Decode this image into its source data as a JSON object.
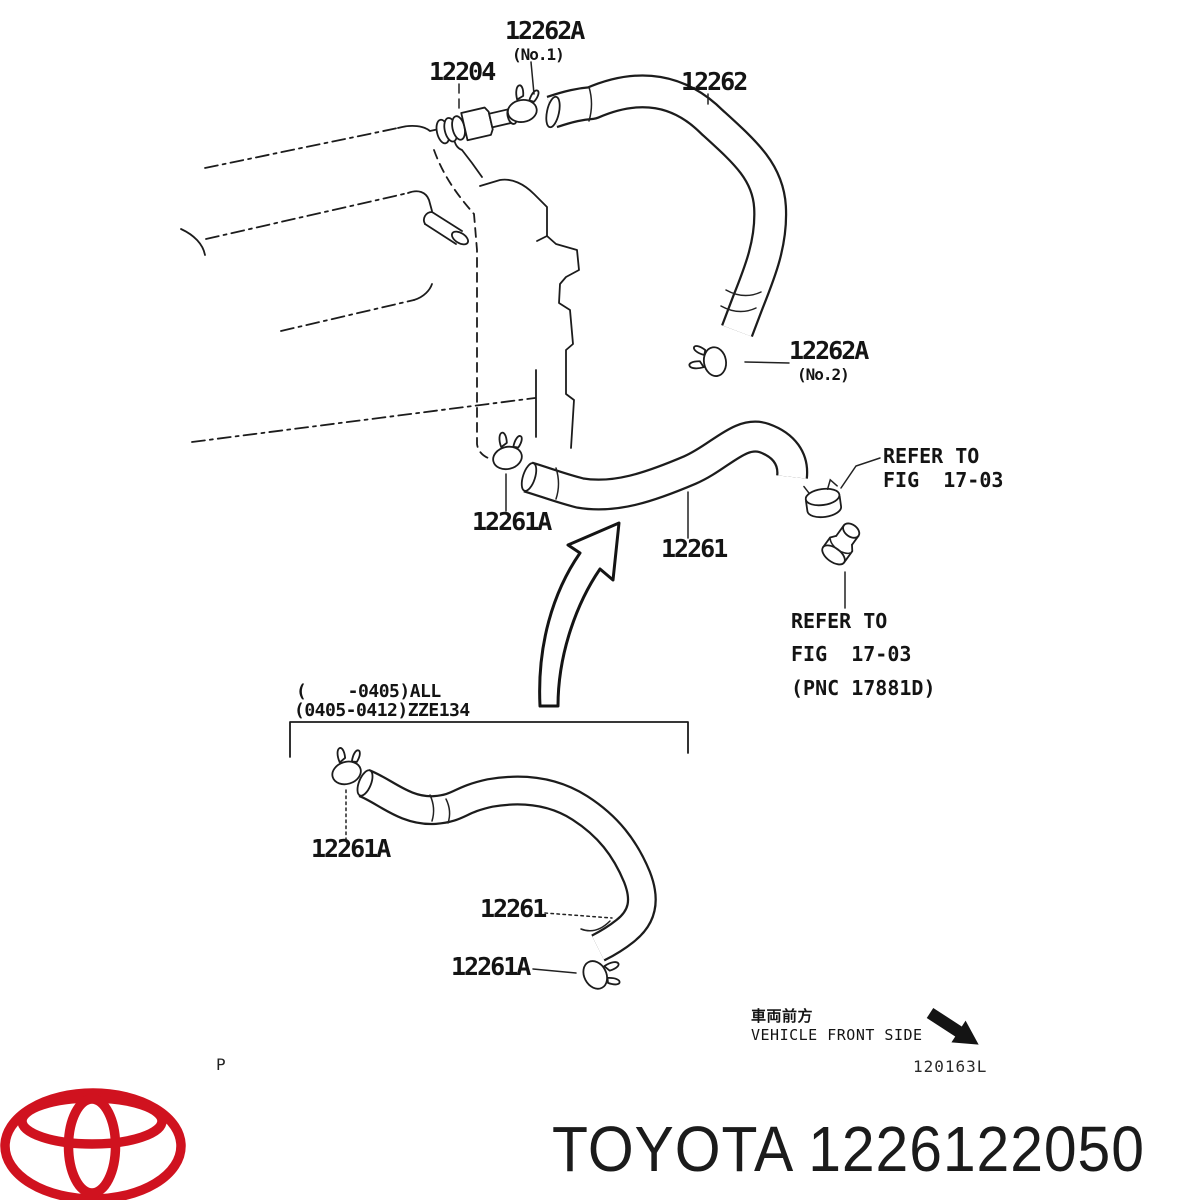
{
  "document": {
    "type": "toyota-parts-diagram",
    "brand": "TOYOTA",
    "part_number": "1226122050",
    "footer_text": "TOYOTA 1226122050",
    "figure_code": "120163L",
    "page_letter": "P"
  },
  "callouts": {
    "pcv_valve": "12204",
    "clamp_no1": "12262A",
    "clamp_no1_sub": "(No.1)",
    "hose_upper": "12262",
    "clamp_no2": "12262A",
    "clamp_no2_sub": "(No.2)",
    "clamp_mid": "12261A",
    "hose_mid": "12261",
    "refer_upper_line1": "REFER TO",
    "refer_upper_line2": "FIG  17-03",
    "refer_lower_line1": "REFER TO",
    "refer_lower_line2": "FIG  17-03",
    "refer_lower_line3": "(PNC 17881D)",
    "applicability_line1": "(    -0405)ALL",
    "applicability_line2": "(0405-0412)ZZE134",
    "clamp_lower_left": "12261A",
    "hose_lower": "12261",
    "clamp_lower_bottom": "12261A"
  },
  "orientation": {
    "label_jp": "車両前方",
    "label_en": "VEHICLE FRONT SIDE"
  },
  "icons": {
    "hose_clamp": "butterfly-hose-clamp-icon",
    "ring_clamp": "screw-ring-clamp-icon",
    "grommet": "stepped-grommet-icon",
    "pointer_arrow": "curved-outline-arrow-icon",
    "direction_arrow": "vehicle-front-arrow-icon",
    "logo": "toyota-emblem-icon"
  },
  "colors": {
    "line": "#1c1c1c",
    "toyota_red": "#d0121f",
    "background": "#ffffff"
  }
}
